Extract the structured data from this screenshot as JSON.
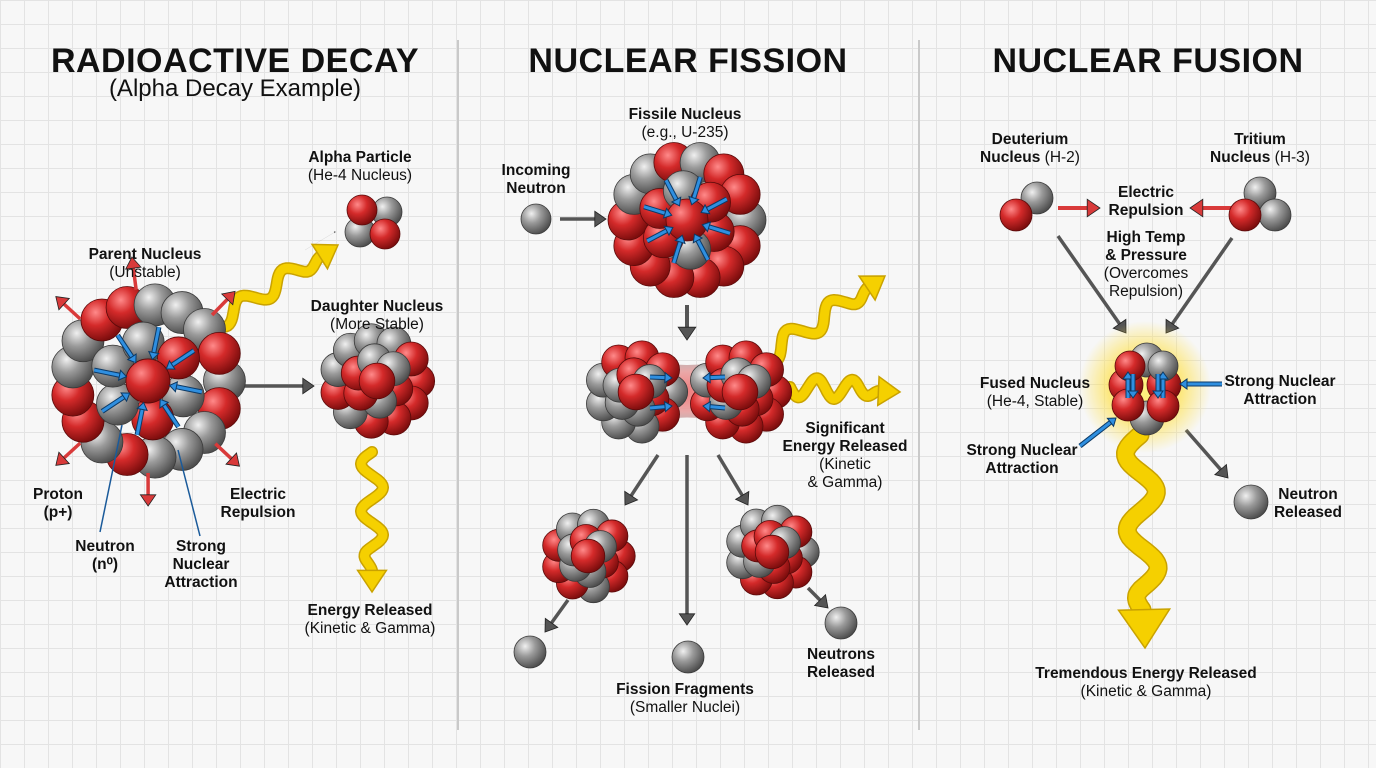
{
  "decay": {
    "title": "RADIOACTIVE DECAY",
    "subtitle": "(Alpha Decay Example)",
    "alpha_particle": {
      "name": "Alpha Particle",
      "detail": "(He-4 Nucleus)"
    },
    "parent_nucleus": {
      "name": "Parent Nucleus",
      "detail": "(Unstable)"
    },
    "daughter_nucleus": {
      "name": "Daughter Nucleus",
      "detail": "(More Stable)"
    },
    "proton": {
      "line1": "Proton",
      "line2": "(p+)"
    },
    "neutron": {
      "line1": "Neutron",
      "line2": "(n⁰)"
    },
    "strong_force": {
      "line1": "Strong",
      "line2": "Nuclear",
      "line3": "Attraction"
    },
    "electric_repulsion": {
      "line1": "Electric",
      "line2": "Repulsion"
    },
    "energy": {
      "name": "Energy Released",
      "detail": "(Kinetic & Gamma)"
    }
  },
  "fission": {
    "title": "NUCLEAR FISSION",
    "fissile_nucleus": {
      "name": "Fissile Nucleus",
      "detail": "(e.g., U-235)"
    },
    "incoming_neutron": {
      "line1": "Incoming",
      "line2": "Neutron"
    },
    "energy": {
      "line1": "Significant",
      "line2": "Energy Released",
      "line3": "(Kinetic",
      "line4": "& Gamma)"
    },
    "fragments": {
      "name": "Fission Fragments",
      "detail": "(Smaller Nuclei)"
    },
    "neutrons": {
      "line1": "Neutrons",
      "line2": "Released"
    }
  },
  "fusion": {
    "title": "NUCLEAR FUSION",
    "deuterium": {
      "line1": "Deuterium",
      "line2": "Nucleus",
      "detail": "(H-2)"
    },
    "tritium": {
      "line1": "Tritium",
      "line2": "Nucleus",
      "detail": "(H-3)"
    },
    "electric_repulsion": {
      "line1": "Electric",
      "line2": "Repulsion"
    },
    "conditions": {
      "line1": "High Temp",
      "line2": "& Pressure",
      "line3": "(Overcomes",
      "line4": "Repulsion)"
    },
    "fused_nucleus": {
      "name": "Fused Nucleus",
      "detail": "(He-4, Stable)"
    },
    "strong_right": {
      "line1": "Strong Nuclear",
      "line2": "Attraction"
    },
    "strong_left": {
      "line1": "Strong Nuclear",
      "line2": "Attraction"
    },
    "neutron": {
      "line1": "Neutron",
      "line2": "Released"
    },
    "energy": {
      "name": "Tremendous Energy Released",
      "detail": "(Kinetic & Gamma)"
    }
  },
  "colors": {
    "proton": "#d42a2a",
    "neutron": "#8e8e8e",
    "energy": "#f5d000",
    "repulsion_arrow": "#d93a3a",
    "attraction_arrow": "#2f8fe0",
    "motion_arrow": "#555555"
  }
}
